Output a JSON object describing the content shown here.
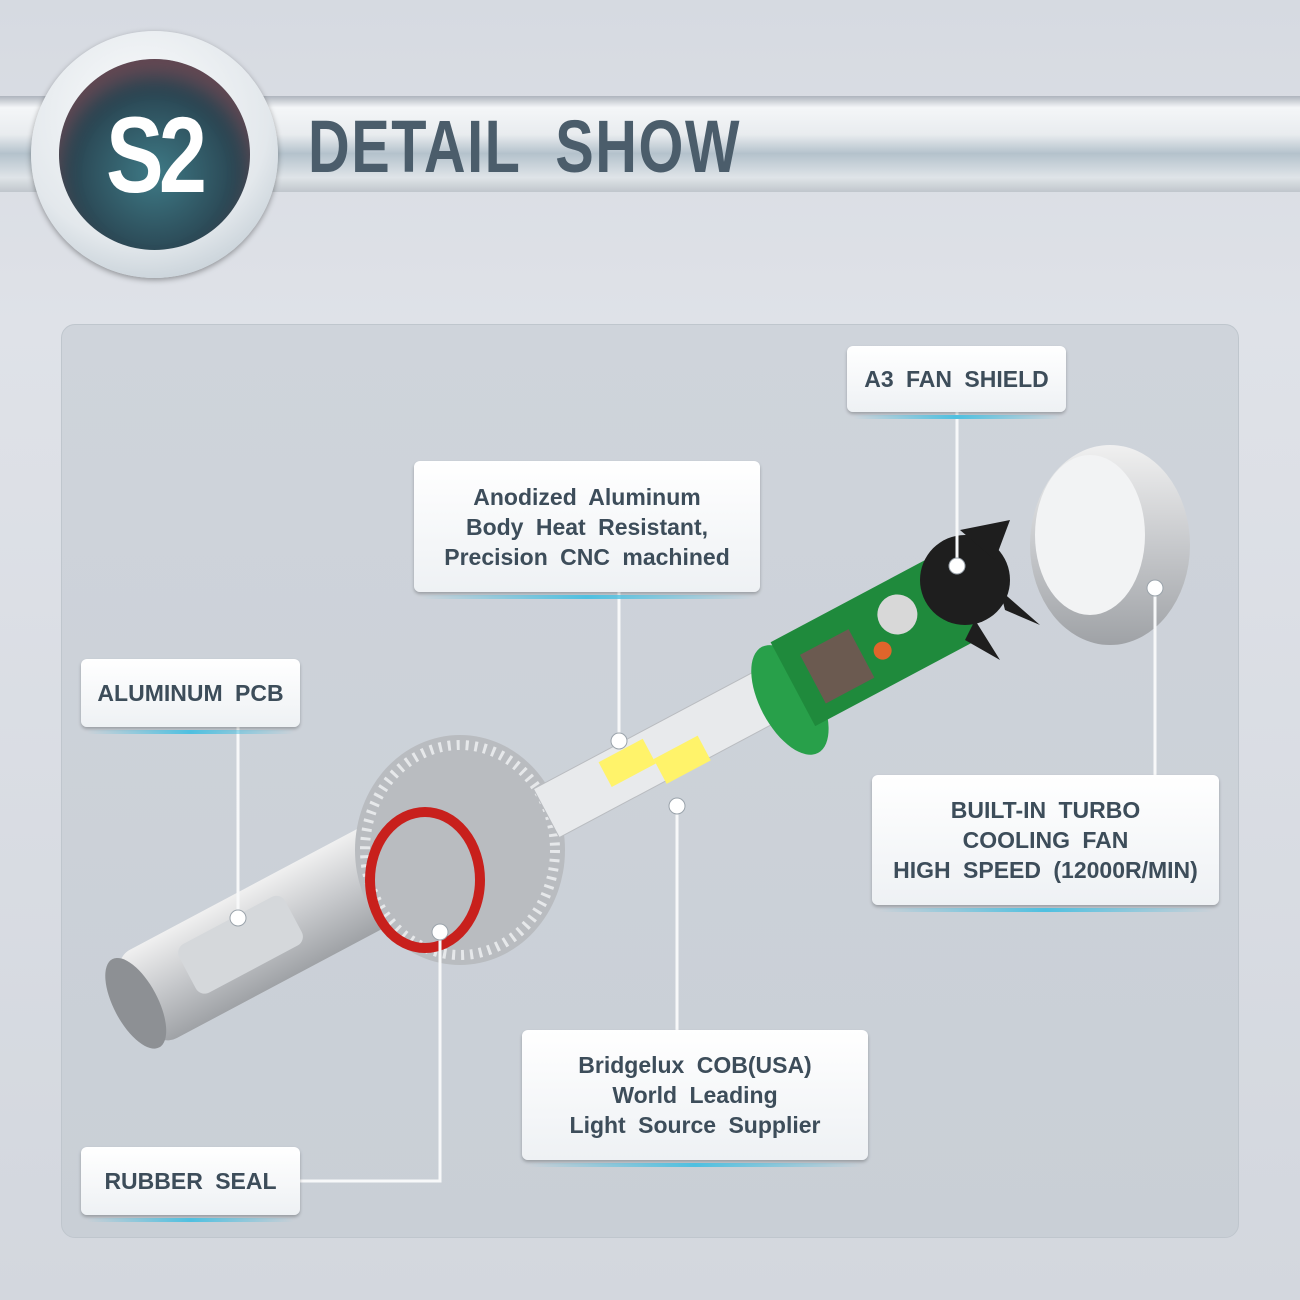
{
  "header": {
    "badge": "S2",
    "title": "DETAIL SHOW"
  },
  "labels": {
    "fan_shield": [
      "A3 FAN SHIELD"
    ],
    "body": [
      "Anodized Aluminum",
      "Body Heat Resistant,",
      "Precision CNC machined"
    ],
    "pcb": [
      "ALUMINUM PCB"
    ],
    "fan": [
      "BUILT-IN TURBO",
      "COOLING FAN",
      "HIGH SPEED (12000R/MIN)"
    ],
    "cob": [
      "Bridgelux COB(USA)",
      "World Leading",
      "Light Source Supplier"
    ],
    "seal": [
      "RUBBER SEAL"
    ]
  },
  "colors": {
    "title": "#4b5d6b",
    "label_text": "#3d4d5a",
    "accent": "#4fc0e0",
    "pcb_green": "#1f8a3c",
    "seal_red": "#c8201c"
  }
}
